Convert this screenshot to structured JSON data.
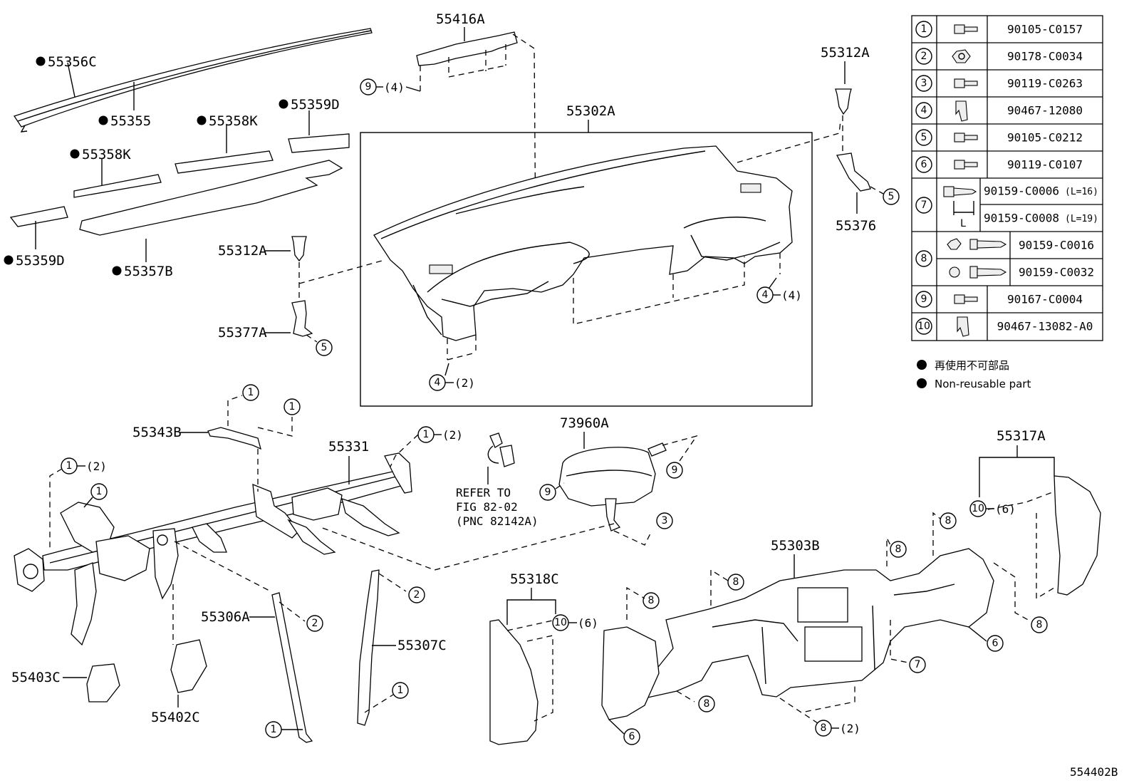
{
  "labels": {
    "p55356C": "55356C",
    "p55355": "55355",
    "p55358K_a": "55358K",
    "p55359D_a": "55359D",
    "p55358K_b": "55358K",
    "p55359D_b": "55359D",
    "p55357B": "55357B",
    "p55416A": "55416A",
    "p55302A": "55302A",
    "p55312A_a": "55312A",
    "p55312A_b": "55312A",
    "p55376": "55376",
    "p55377A": "55377A",
    "p55343B": "55343B",
    "p55331": "55331",
    "p73960A": "73960A",
    "p55317A": "55317A",
    "p55303B": "55303B",
    "p55318C": "55318C",
    "p55306A": "55306A",
    "p55307C": "55307C",
    "p55403C": "55403C",
    "p55402C": "55402C",
    "figure_id": "554402B"
  },
  "refer": {
    "line1": "REFER TO",
    "line2": "FIG 82-02",
    "line3": "(PNC 82142A)"
  },
  "qty": {
    "q_9_4": "(4)",
    "q_4_4": "(4)",
    "q_4_2": "(2)",
    "q_1_2a": "(2)",
    "q_1_2b": "(2)",
    "q_10_6a": "(6)",
    "q_10_6b": "(6)",
    "q_8_2": "(2)"
  },
  "callouts": {
    "c1": "1",
    "c2": "2",
    "c3": "3",
    "c4": "4",
    "c5": "5",
    "c6": "6",
    "c7": "7",
    "c8": "8",
    "c9": "9",
    "c10": "10"
  },
  "fastener_table": [
    {
      "no": "1",
      "code": "90105-C0157"
    },
    {
      "no": "2",
      "code": "90178-C0034"
    },
    {
      "no": "3",
      "code": "90119-C0263"
    },
    {
      "no": "4",
      "code": "90467-12080"
    },
    {
      "no": "5",
      "code": "90105-C0212"
    },
    {
      "no": "6",
      "code": "90119-C0107"
    },
    {
      "no": "7",
      "code": "90159-C0006",
      "length": "(L=16)",
      "code2": "90159-C0008",
      "length2": "(L=19)",
      "dim": "L"
    },
    {
      "no": "8",
      "code": "90159-C0016",
      "code2": "90159-C0032"
    },
    {
      "no": "9",
      "code": "90167-C0004"
    },
    {
      "no": "10",
      "code": "90467-13082-A0"
    }
  ],
  "legend": {
    "jp": "再使用不可部品",
    "en": "Non-reusable part"
  },
  "icons": [
    "bolt-icon",
    "nut-icon",
    "clip-icon",
    "screw-icon",
    "non-reusable-dot-icon"
  ]
}
